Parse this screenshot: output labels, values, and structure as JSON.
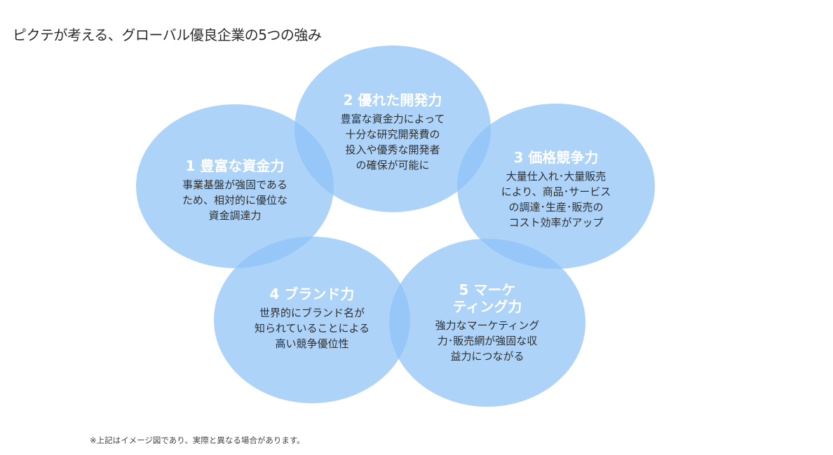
{
  "title": "ピクテが考える、グローバル優良企業の5つの強み",
  "colors": {
    "circle": "#8ec2f6",
    "heading": "#ffffff",
    "text": "#2f2f2f"
  },
  "strengths": [
    {
      "heading": [
        "1  豊富な資金力"
      ],
      "body": [
        "事業基盤が強固である",
        "ため、相対的に優位な",
        "資金調達力"
      ]
    },
    {
      "heading": [
        "2  優れた開発力"
      ],
      "body": [
        "豊富な資金力によって",
        "十分な研究開発費の",
        "投入や優秀な開発者",
        "の確保が可能に"
      ]
    },
    {
      "heading": [
        "3  価格競争力"
      ],
      "body": [
        "大量仕入れ･大量販売",
        "により、商品･サービス",
        "の調達･生産･販売の",
        "コスト効率がアップ"
      ]
    },
    {
      "heading": [
        "4  ブランド力"
      ],
      "body": [
        "世界的にブランド名が",
        "知られていることによる",
        "高い競争優位性"
      ]
    },
    {
      "heading": [
        "5  マーケ",
        "ティング力"
      ],
      "body": [
        "強力なマーケティング",
        "力･販売網が強固な収",
        "益力につながる"
      ]
    }
  ],
  "footnote": "※上記はイメージ図であり、実際と異なる場合があります。"
}
